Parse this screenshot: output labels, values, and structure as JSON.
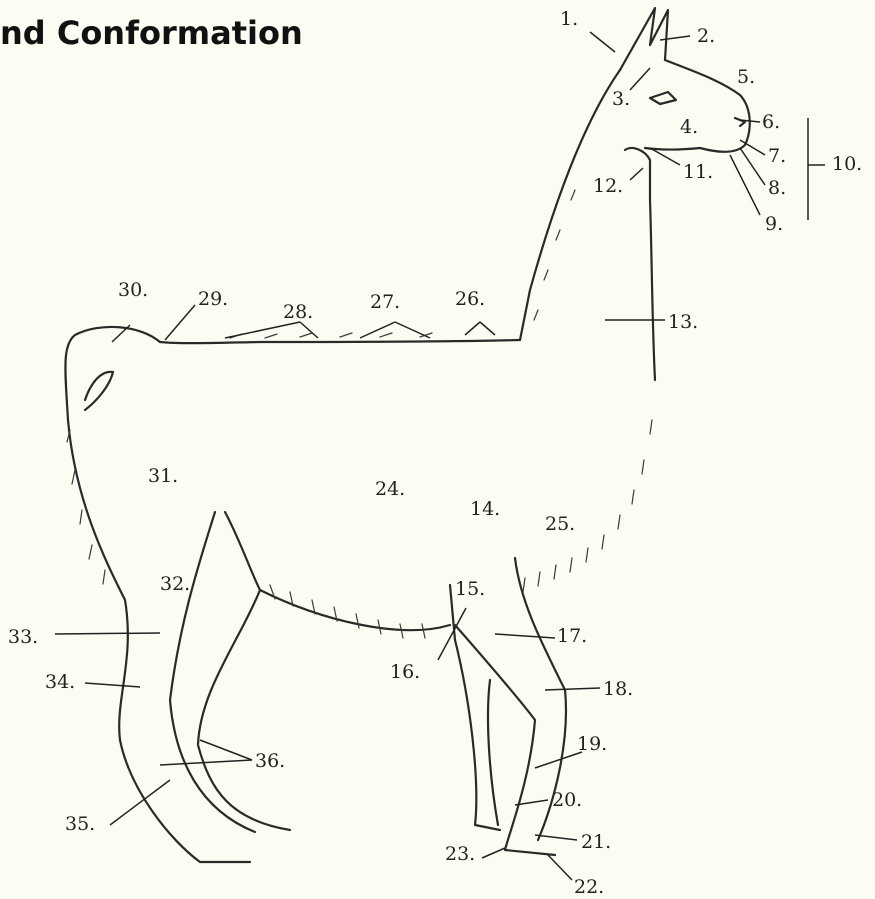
{
  "title": "nd Conformation",
  "labels": [
    "1.",
    "2.",
    "3.",
    "4.",
    "5.",
    "6.",
    "7.",
    "8.",
    "9.",
    "10.",
    "11.",
    "12.",
    "13.",
    "14.",
    "15.",
    "16.",
    "17.",
    "18.",
    "19.",
    "20.",
    "21.",
    "22.",
    "23.",
    "24.",
    "25.",
    "26.",
    "27.",
    "28.",
    "29.",
    "30.",
    "31.",
    "32.",
    "33.",
    "34.",
    "35.",
    "36."
  ]
}
